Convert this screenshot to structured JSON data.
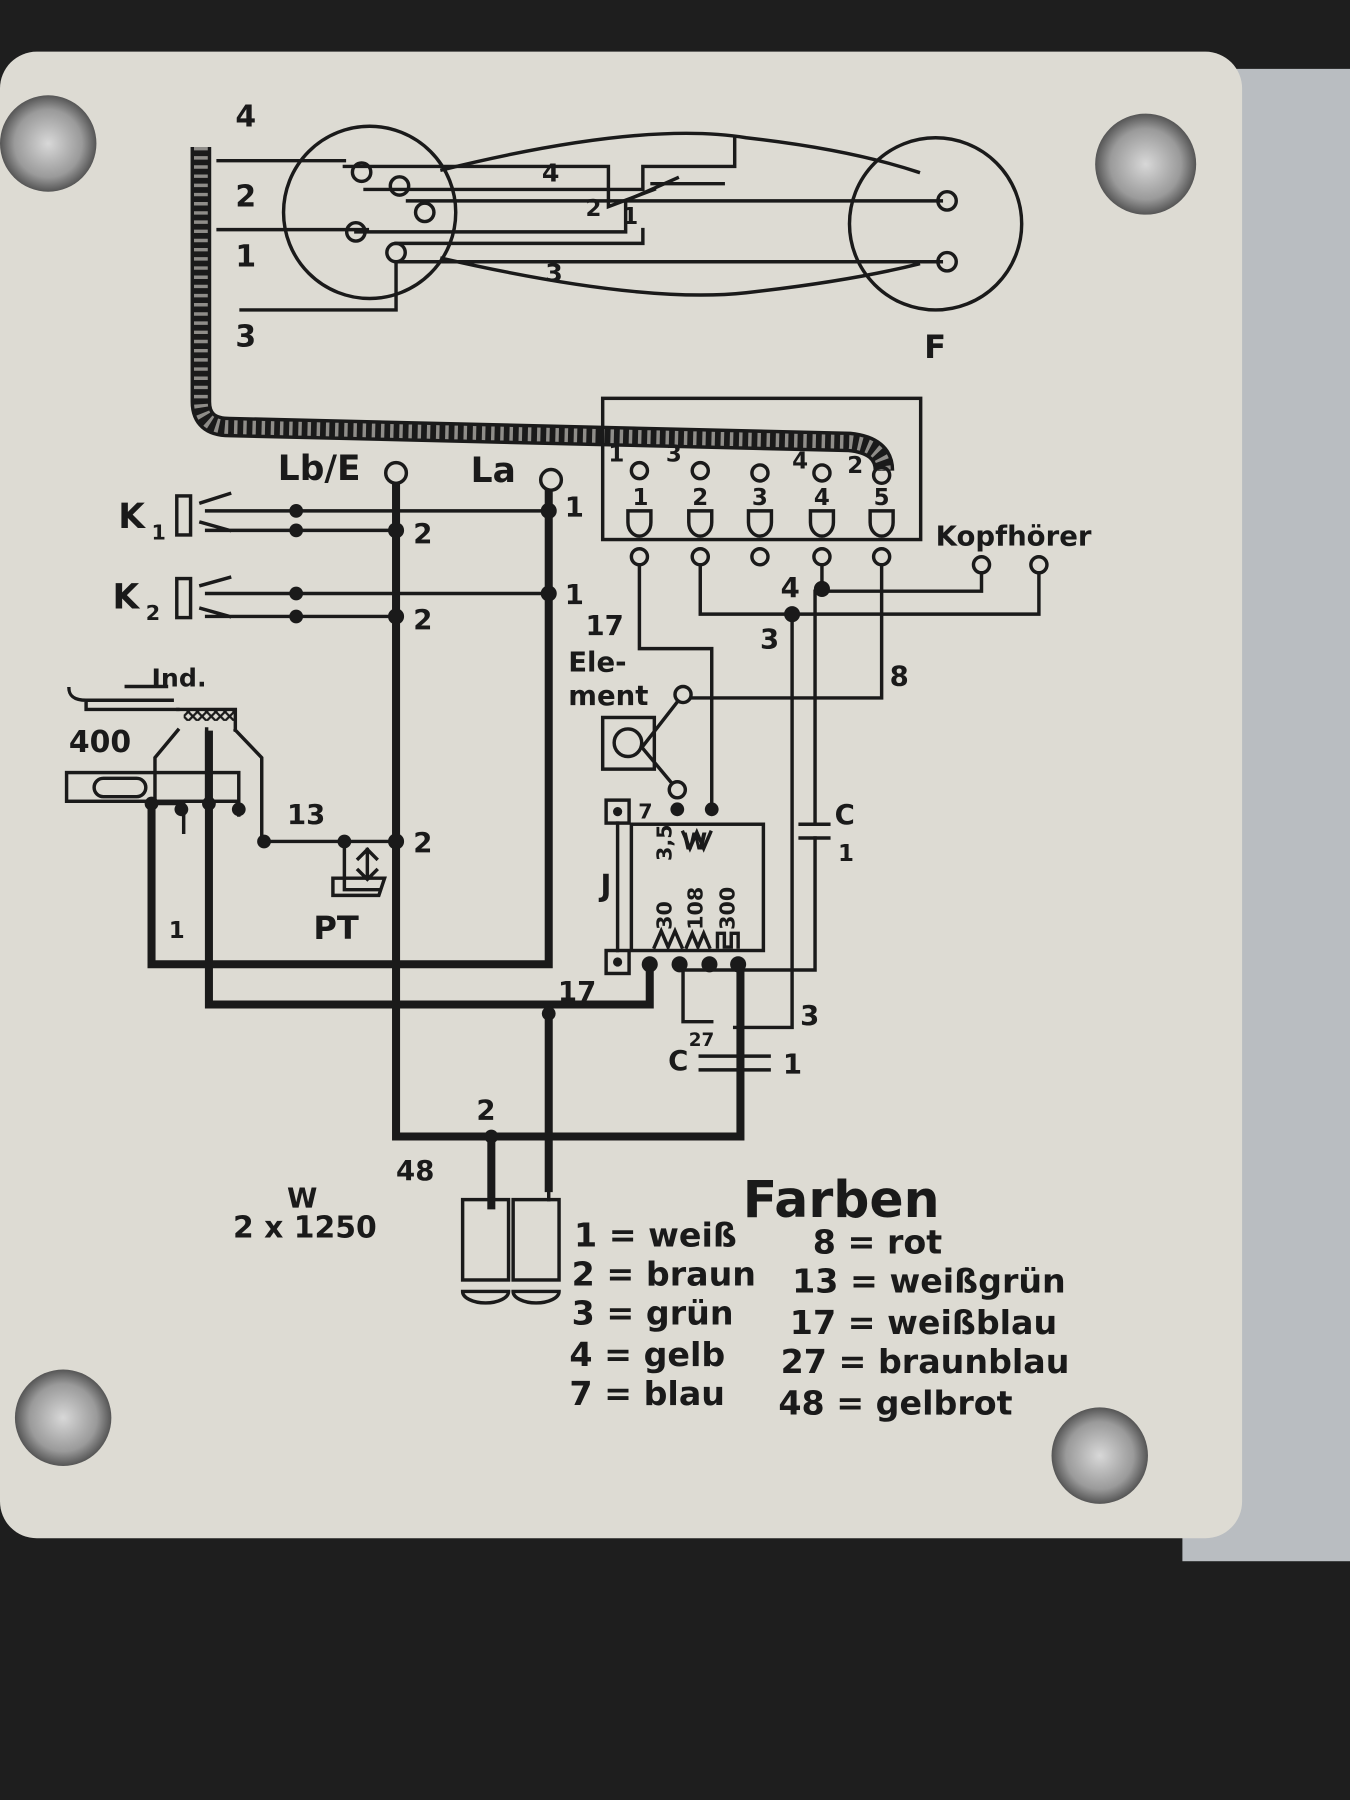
{
  "plate": {
    "handset_label": "F",
    "wire_labels_top": [
      "4",
      "2",
      "1",
      "3"
    ],
    "handset_wires": [
      "4",
      "2",
      "1",
      "3"
    ],
    "terminals": {
      "top": [
        "1",
        "3",
        "4",
        "2"
      ],
      "numbers": [
        "1",
        "2",
        "3",
        "4",
        "5"
      ],
      "headphones": "Kopfhörer"
    },
    "left": {
      "lb_e": "Lb/E",
      "la": "La",
      "k1": "K",
      "k1_sub": "1",
      "k2": "K",
      "k2_sub": "2",
      "ind": "Ind.",
      "r400": "400",
      "n13": "13",
      "pt": "PT",
      "n1": "1",
      "w_label": "W",
      "w_value": "2 x 1250",
      "n48": "48"
    },
    "wire_numbers": [
      "2",
      "1",
      "2",
      "1",
      "2",
      "17",
      "2",
      "4",
      "3",
      "8",
      "17",
      "3",
      "1",
      "1"
    ],
    "element": "Ele-",
    "element2": "ment",
    "coil": {
      "j": "J",
      "n7": "7",
      "w": "W",
      "values": [
        "3,5",
        "30",
        "108",
        "300"
      ]
    },
    "c1": "C",
    "c1_sub": "1",
    "c27": "C",
    "c27_sup": "27"
  },
  "legend": {
    "title": "Farben",
    "items_left": [
      "1 = weiß",
      "2 = braun",
      "3 = grün",
      "4 = gelb",
      "7 = blau"
    ],
    "items_right": [
      "8 = rot",
      "13 = weißgrün",
      "17 = weißblau",
      "27 = braunblau",
      "48 = gelbrot"
    ]
  },
  "colors": {
    "plate": "#dddbd3",
    "ink": "#1a1a1a",
    "metal": "#b9bdc1",
    "background": "#1e1e1e"
  }
}
